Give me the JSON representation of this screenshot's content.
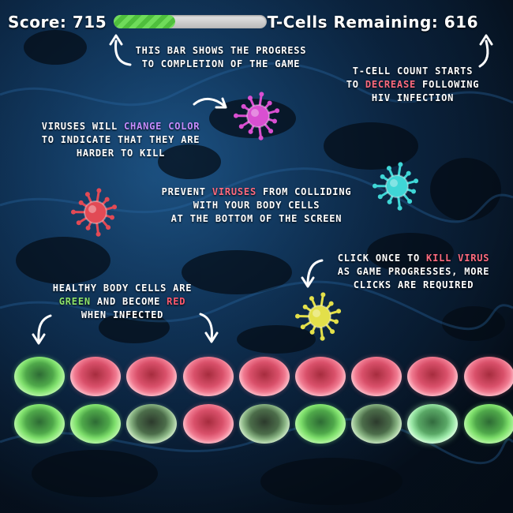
{
  "hud": {
    "score_label": "Score: 715",
    "tcells_label": "T-Cells Remaining: 616",
    "progress": 0.4
  },
  "notes": {
    "progress_bar": [
      "THIS BAR SHOWS THE PROGRESS",
      "TO COMPLETION OF THE GAME"
    ],
    "tcell_line1": "T-CELL COUNT STARTS",
    "tcell_line2_pre": "TO ",
    "tcell_line2_em": "DECREASE",
    "tcell_line2_post": " FOLLOWING",
    "tcell_line3": "HIV INFECTION",
    "virus_color_pre": "VIRUSES WILL ",
    "virus_color_em": "CHANGE COLOR",
    "virus_color_line2": "TO INDICATE THAT THEY ARE",
    "virus_color_line3": "HARDER TO KILL",
    "prevent_pre": "PREVENT ",
    "prevent_em": "VIRUSES",
    "prevent_post": " FROM COLLIDING",
    "prevent_line2": "WITH YOUR BODY CELLS",
    "prevent_line3": "AT THE BOTTOM OF THE SCREEN",
    "click_pre": "CLICK ONCE TO ",
    "click_em": "KILL VIRUS",
    "click_line2": "AS GAME PROGRESSES, MORE",
    "click_line3": "CLICKS ARE REQUIRED",
    "healthy_line1": "HEALTHY BODY CELLS ARE",
    "healthy_em1": "GREEN",
    "healthy_mid": " AND BECOME ",
    "healthy_em2": "RED",
    "healthy_line3": "WHEN INFECTED"
  },
  "colors": {
    "virus_magenta": "#d94fd1",
    "virus_cyan": "#3fd6d6",
    "virus_red": "#e24a55",
    "virus_yellow": "#e3e04a",
    "cell_healthy": "#7fe06c",
    "cell_infected": "#f07a90"
  },
  "cells": {
    "row1": [
      "healthy",
      "infected",
      "infected",
      "infected",
      "infected",
      "infected",
      "infected",
      "infected",
      "infected"
    ],
    "row2": [
      "healthy",
      "healthy",
      "weak",
      "infected",
      "weak",
      "healthy",
      "weak",
      "bright",
      "healthy"
    ]
  }
}
